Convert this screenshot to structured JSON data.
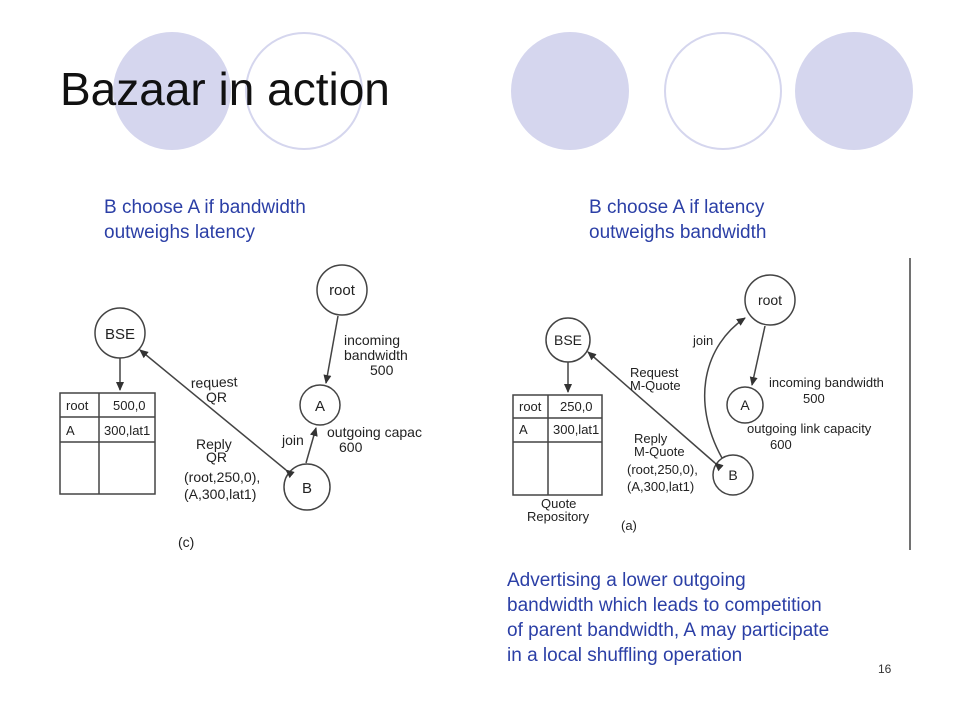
{
  "slide": {
    "title": "Bazaar in action",
    "page_number": "16"
  },
  "captions": {
    "left": [
      "B choose A if bandwidth",
      "outweighs latency"
    ],
    "right": [
      "B choose A if latency",
      "outweighs bandwidth"
    ],
    "bottom": [
      "Advertising a lower outgoing",
      "bandwidth which leads to competition",
      "of parent bandwidth, A may participate",
      "in a local shuffling operation"
    ]
  },
  "diagram_c": {
    "nodes": {
      "bse": "BSE",
      "root": "root",
      "a": "A",
      "b": "B"
    },
    "table": {
      "row1": [
        "root",
        "500,0"
      ],
      "row2": [
        "A",
        "300,lat1"
      ]
    },
    "edge_labels": {
      "request": [
        "request",
        "QR"
      ],
      "incoming": [
        "incoming",
        "bandwidth",
        "500"
      ],
      "outgoing": [
        "outgoing  capac",
        "600"
      ],
      "reply": [
        "Reply",
        "QR"
      ],
      "join": "join",
      "reply_values": [
        "(root,250,0),",
        "(A,300,lat1)"
      ]
    },
    "figure_label": "(c)"
  },
  "diagram_a": {
    "nodes": {
      "bse": "BSE",
      "root": "root",
      "a": "A",
      "b": "B"
    },
    "table": {
      "row1": [
        "root",
        "250,0"
      ],
      "row2": [
        "A",
        "300,lat1"
      ]
    },
    "repository_label": [
      "Quote",
      "Repository"
    ],
    "edge_labels": {
      "join": "join",
      "request": [
        "Request",
        "M-Quote"
      ],
      "incoming": [
        "incoming bandwidth",
        "500"
      ],
      "reply": [
        "Reply",
        "M-Quote"
      ],
      "outgoing": [
        "outgoing link capacity",
        "600"
      ],
      "reply_values": [
        "(root,250,0),",
        "(A,300,lat1)"
      ]
    },
    "figure_label": "(a)"
  }
}
